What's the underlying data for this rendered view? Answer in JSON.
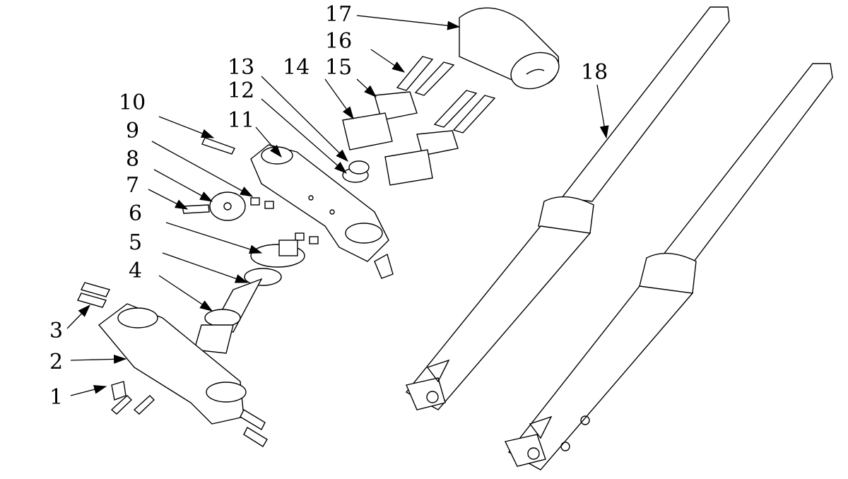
{
  "title": "Front fork exploded parts diagram",
  "callouts": [
    {
      "num": "1"
    },
    {
      "num": "2"
    },
    {
      "num": "3"
    },
    {
      "num": "4"
    },
    {
      "num": "5"
    },
    {
      "num": "6"
    },
    {
      "num": "7"
    },
    {
      "num": "8"
    },
    {
      "num": "9"
    },
    {
      "num": "10"
    },
    {
      "num": "11"
    },
    {
      "num": "12"
    },
    {
      "num": "13"
    },
    {
      "num": "14"
    },
    {
      "num": "15"
    },
    {
      "num": "16"
    },
    {
      "num": "17"
    },
    {
      "num": "18"
    }
  ],
  "colors": {
    "line": "#000000",
    "background": "#ffffff"
  }
}
